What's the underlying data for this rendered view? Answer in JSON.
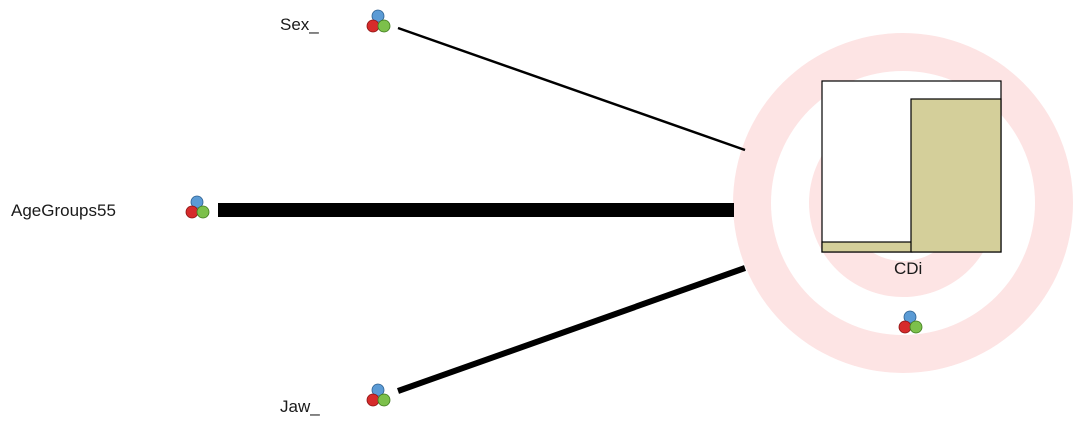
{
  "nodes": {
    "sex": {
      "label": "Sex_",
      "icon": "variable-node-icon"
    },
    "age": {
      "label": "AgeGroups55",
      "icon": "variable-node-icon"
    },
    "jaw": {
      "label": "Jaw_",
      "icon": "variable-node-icon"
    },
    "target": {
      "label": "CDi",
      "icon": "variable-node-icon"
    }
  },
  "colors": {
    "edge": "#000000",
    "target_ring": "#fde4e4",
    "bar_fill": "#d4cf9a",
    "icon_blue": "#5b9bd5",
    "icon_red": "#d62b2b",
    "icon_green": "#7cc04b"
  }
}
